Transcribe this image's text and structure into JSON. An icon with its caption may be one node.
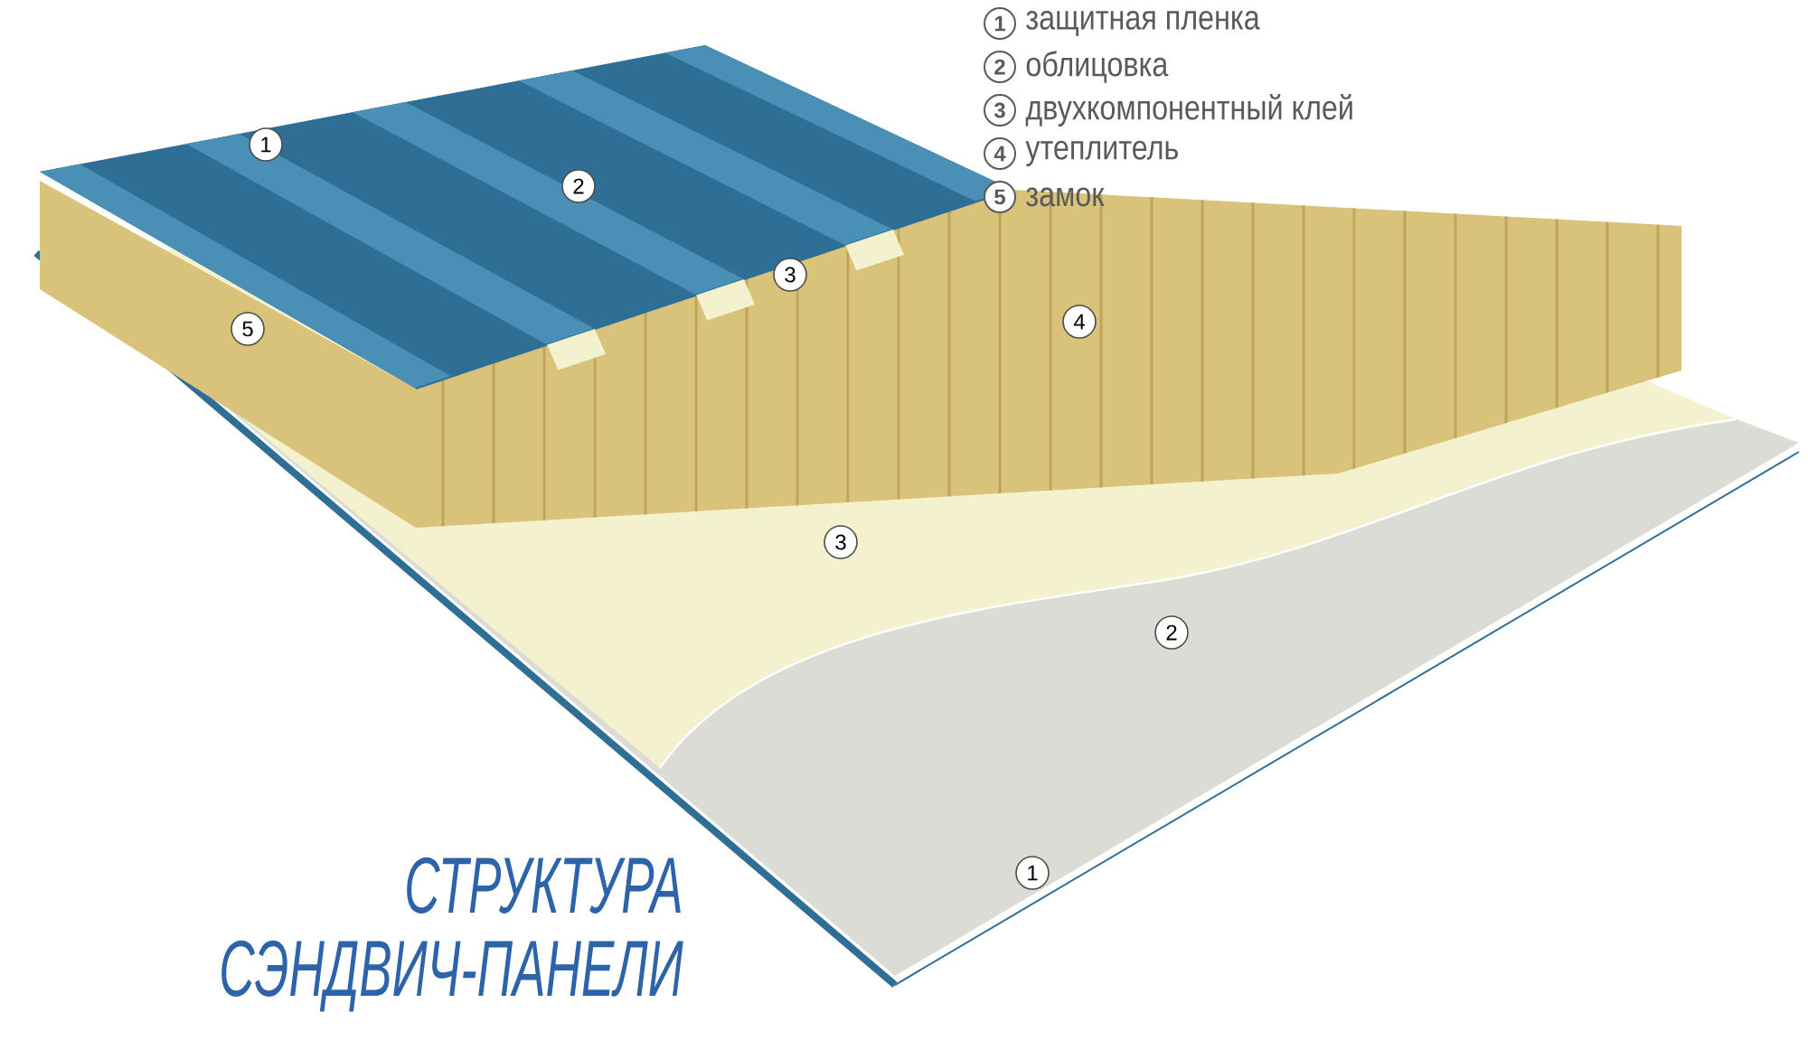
{
  "diagram": {
    "title": "СТРУКТУРА СЭНДВИЧ-ПАНЕЛИ",
    "labels": [
      "1",
      "2",
      "3",
      "4",
      "5",
      "1",
      "2",
      "3",
      "5",
      "4",
      "3",
      "2",
      "1"
    ],
    "legend": [
      {
        "text": "защитная пленка"
      },
      {
        "text": "облицовка"
      },
      {
        "text": "двухкомпонентный клей"
      },
      {
        "text": "утеплитель"
      },
      {
        "text": "замок"
      }
    ]
  }
}
